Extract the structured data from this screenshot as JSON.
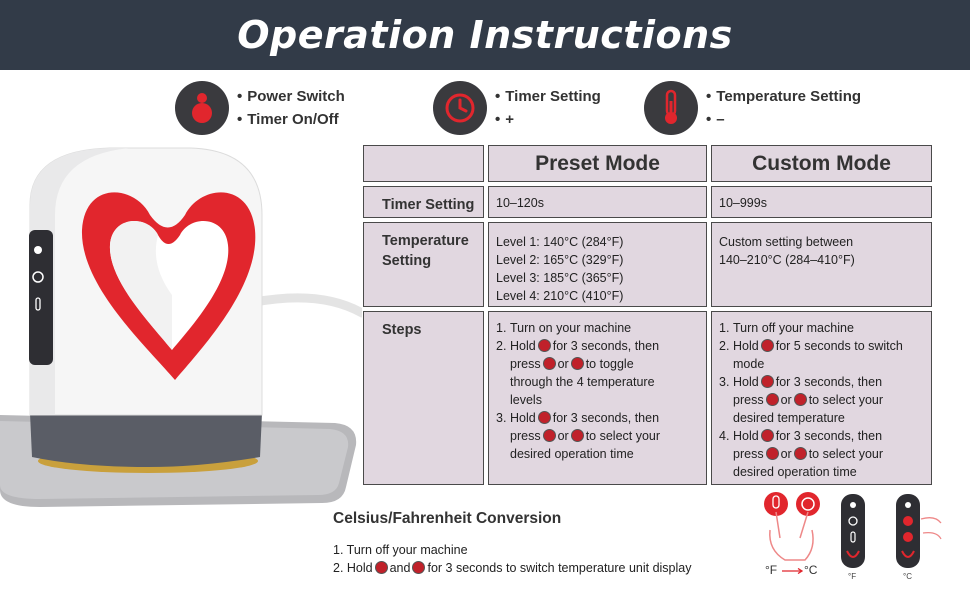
{
  "header": {
    "title": "Operation Instructions"
  },
  "legend": [
    {
      "icon": "power-icon",
      "lines": [
        "Power Switch",
        "Timer On/Off"
      ]
    },
    {
      "icon": "clock-icon",
      "lines": [
        "Timer Setting",
        "+"
      ]
    },
    {
      "icon": "thermometer-icon",
      "lines": [
        "Temperature Setting",
        "–"
      ]
    }
  ],
  "table": {
    "headers": {
      "preset": "Preset Mode",
      "custom": "Custom Mode"
    },
    "timer": {
      "label": "Timer Setting",
      "preset": "10–120s",
      "custom": "10–999s"
    },
    "temperature": {
      "label_line1": "Temperature",
      "label_line2": "Setting",
      "preset_levels": [
        "Level 1: 140°C (284°F)",
        "Level 2: 165°C (329°F)",
        "Level 3: 185°C (365°F)",
        "Level 4: 210°C (410°F)"
      ],
      "custom_line1": "Custom setting between",
      "custom_line2": "140–210°C (284–410°F)"
    },
    "steps": {
      "label": "Steps",
      "preset": {
        "s1": "Turn on your machine",
        "s2_a": "Hold",
        "s2_b": "for 3 seconds, then",
        "s2_c": "press",
        "s2_d": "or",
        "s2_e": "to toggle",
        "s2_f": "through the 4 temperature",
        "s2_g": "levels",
        "s3_a": "Hold",
        "s3_b": "for 3 seconds, then",
        "s3_c": "press",
        "s3_d": "or",
        "s3_e": "to select your",
        "s3_f": "desired operation time"
      },
      "custom": {
        "s1": "Turn off your machine",
        "s2_a": "Hold",
        "s2_b": "for 5 seconds to switch",
        "s2_c": "mode",
        "s3_a": "Hold",
        "s3_b": "for 3 seconds, then",
        "s3_c": "press",
        "s3_d": "or",
        "s3_e": "to select your",
        "s3_f": "desired temperature",
        "s4_a": "Hold",
        "s4_b": "for 3 seconds, then",
        "s4_c": "press",
        "s4_d": "or",
        "s4_e": "to select your",
        "s4_f": "desired operation time"
      }
    }
  },
  "conversion": {
    "title": "Celsius/Fahrenheit Conversion",
    "line1": "1. Turn off your machine",
    "line2_a": "2. Hold",
    "line2_b": "and",
    "line2_c": "for 3 seconds to switch temperature unit display"
  },
  "units": {
    "f": "°F",
    "c": "°C",
    "f_small": "°F",
    "c_small": "°C"
  },
  "colors": {
    "header_bg": "#323b48",
    "accent_red": "#d9262c",
    "cell_bg": "#e1d7e0",
    "icon_bg": "#3a3a3e"
  }
}
